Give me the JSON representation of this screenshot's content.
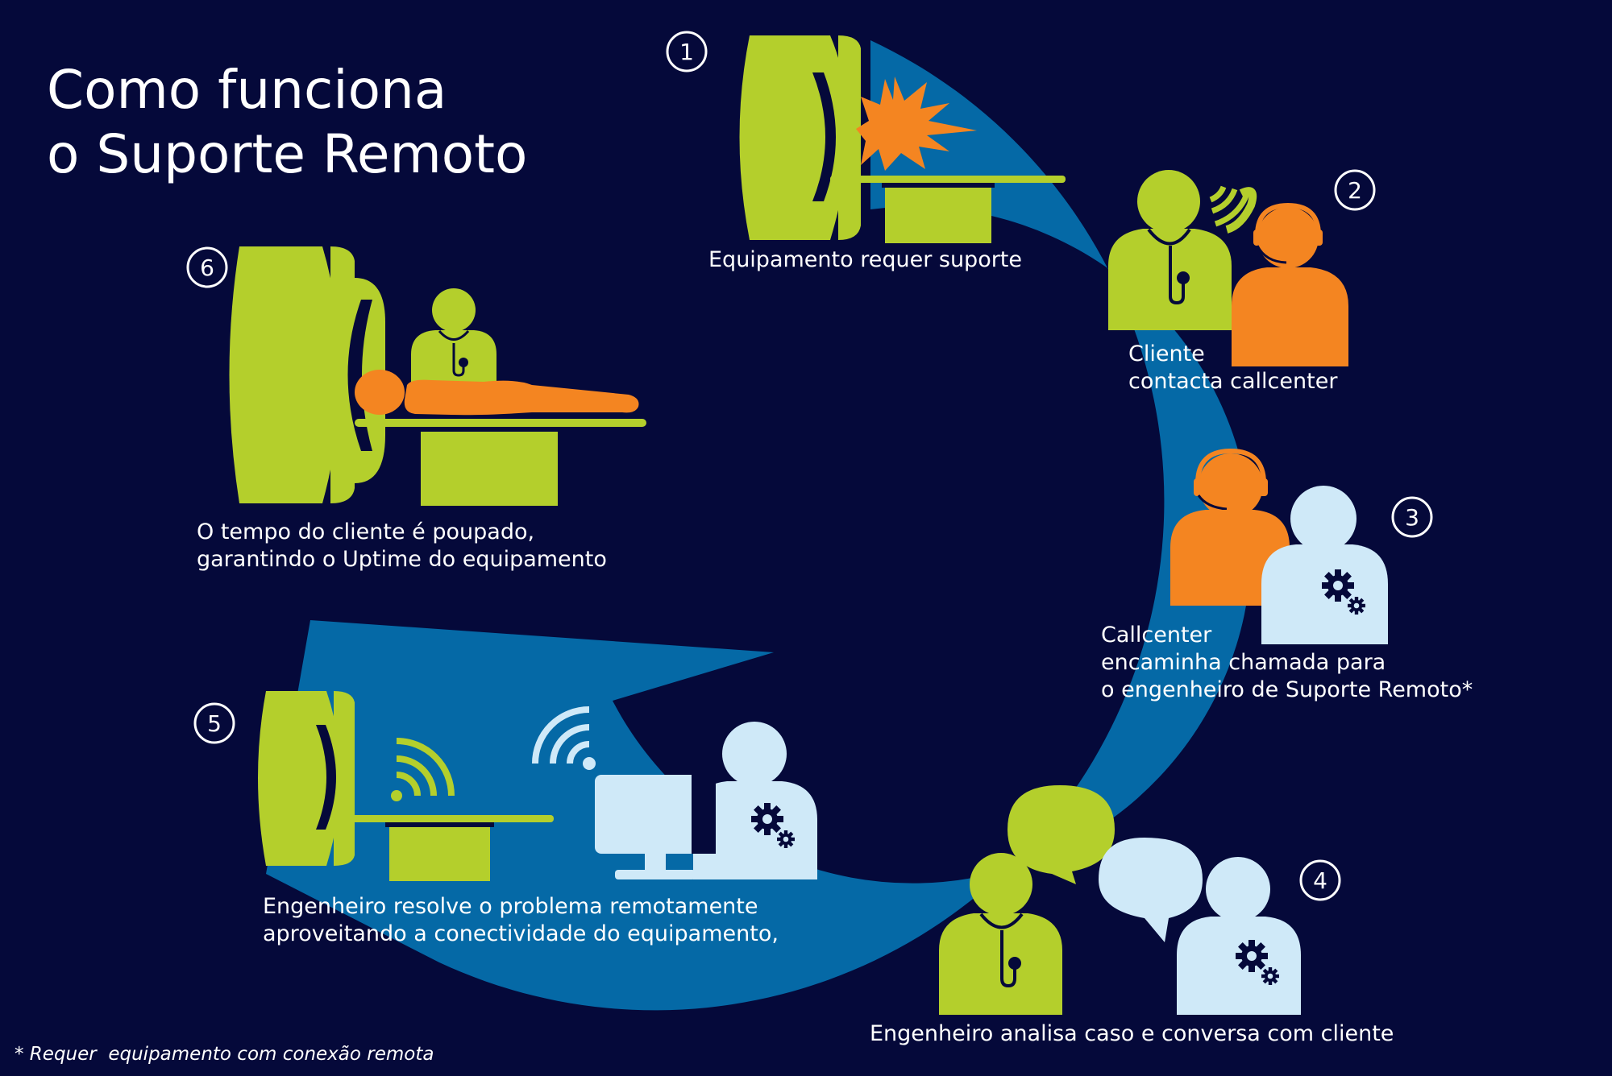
{
  "title": {
    "line1": "Como funciona",
    "line2": "o Suporte Remoto"
  },
  "steps": [
    {
      "number": "1",
      "caption_lines": [
        "Equipamento requer suporte"
      ]
    },
    {
      "number": "2",
      "caption_lines": [
        "Cliente",
        "contacta callcenter"
      ]
    },
    {
      "number": "3",
      "caption_lines": [
        "Callcenter",
        "encaminha chamada para",
        "o engenheiro de Suporte Remoto*"
      ]
    },
    {
      "number": "4",
      "caption_lines": [
        "Engenheiro analisa caso e conversa com cliente"
      ]
    },
    {
      "number": "5",
      "caption_lines": [
        "Engenheiro resolve o problema remotamente",
        "aproveitando a conectividade do equipamento,"
      ]
    },
    {
      "number": "6",
      "caption_lines": [
        "O tempo do cliente é poupado,",
        "garantindo o Uptime do equipamento"
      ]
    }
  ],
  "footnote": "* Requer  equipamento com conexão remota",
  "colors": {
    "background": "#05093a",
    "cycle_arrow": "#0569a6",
    "equipment_green": "#b4cf2c",
    "callcenter_orange": "#f48521",
    "engineer_lightblue": "#cfe9f8",
    "text": "#ffffff"
  },
  "icons": [
    "mri-scanner-icon",
    "explosion-icon",
    "doctor-icon",
    "headset-operator-icon",
    "phone-signal-icon",
    "remote-engineer-icon",
    "gear-icon",
    "speech-bubble-icon",
    "wifi-signal-icon",
    "computer-monitor-icon",
    "patient-icon"
  ]
}
